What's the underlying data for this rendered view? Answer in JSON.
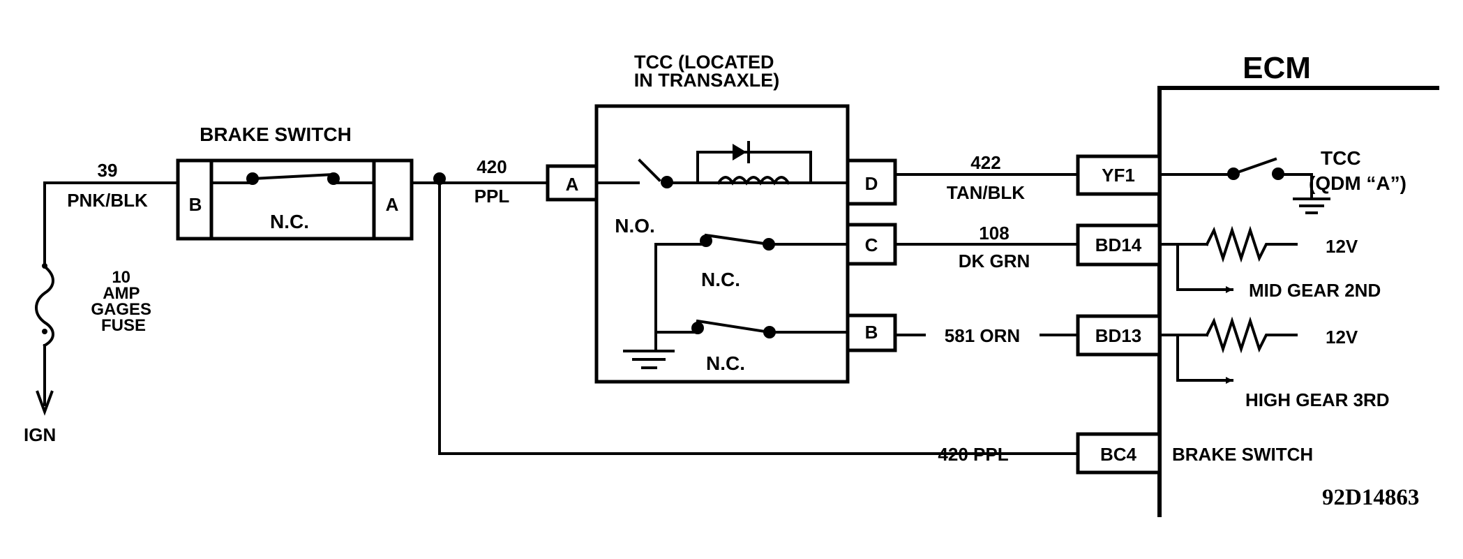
{
  "ecm": {
    "title": "ECM"
  },
  "fuse": {
    "label_lines": [
      "10",
      "AMP",
      "GAGES",
      "FUSE"
    ],
    "source": "IGN"
  },
  "wire_39": {
    "number": "39",
    "color": "PNK/BLK"
  },
  "brake_switch": {
    "title": "BRAKE SWITCH",
    "pin_b": "B",
    "pin_a": "A",
    "contact": "N.C."
  },
  "wire_420": {
    "number": "420",
    "color": "PPL"
  },
  "tcc": {
    "title_lines": [
      "TCC (LOCATED",
      "IN TRANSAXLE)"
    ],
    "pin_a": "A",
    "pin_b": "B",
    "pin_c": "C",
    "pin_d": "D",
    "switch_1": "N.O.",
    "switch_2": "N.C.",
    "switch_3": "N.C."
  },
  "wire_422": {
    "number": "422",
    "color": "TAN/BLK"
  },
  "wire_108": {
    "number": "108",
    "color": "DK GRN"
  },
  "wire_581": {
    "label": "581 ORN"
  },
  "wire_420_ecm": {
    "label": "420 PPL"
  },
  "ecm_pins": {
    "yf1": "YF1",
    "bd14": "BD14",
    "bd13": "BD13",
    "bc4": "BC4"
  },
  "ecm_inputs": {
    "tcc_lines": [
      "TCC",
      "(QDM “A”)"
    ],
    "voltage_1": "12V",
    "mid_gear": "MID GEAR 2ND",
    "voltage_2": "12V",
    "high_gear": "HIGH GEAR 3RD",
    "brake_switch": "BRAKE SWITCH"
  },
  "figure_id": "92D14863"
}
